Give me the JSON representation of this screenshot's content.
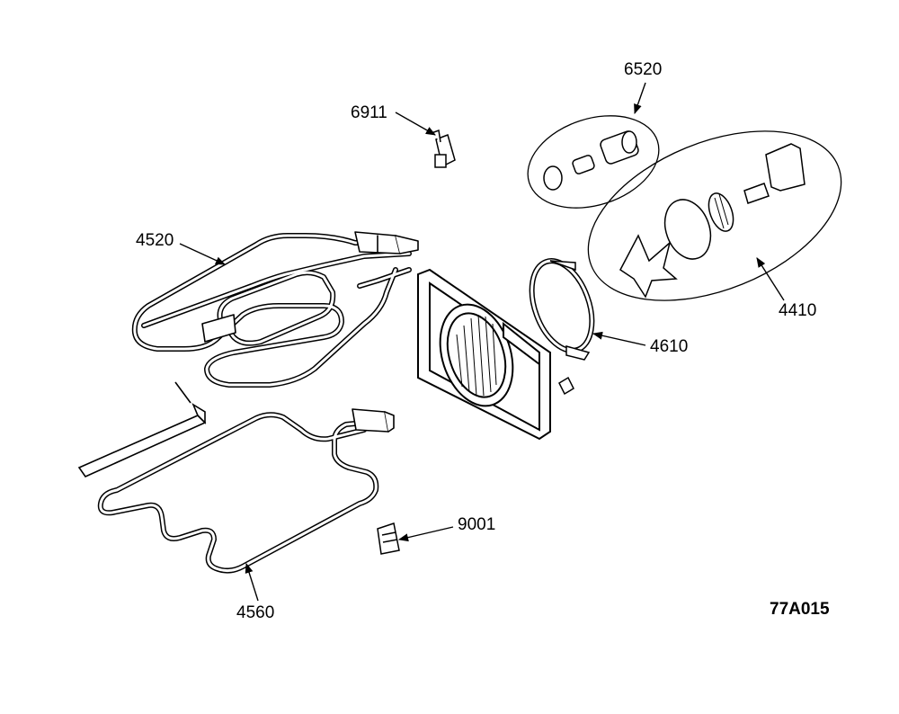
{
  "diagram": {
    "parts": [
      {
        "id": "p6520",
        "number": "6520"
      },
      {
        "id": "p6911",
        "number": "6911"
      },
      {
        "id": "p4520",
        "number": "4520"
      },
      {
        "id": "p4410",
        "number": "4410"
      },
      {
        "id": "p4610",
        "number": "4610"
      },
      {
        "id": "p9001",
        "number": "9001"
      },
      {
        "id": "p4560",
        "number": "4560"
      }
    ],
    "drawing_code": "77A015"
  }
}
